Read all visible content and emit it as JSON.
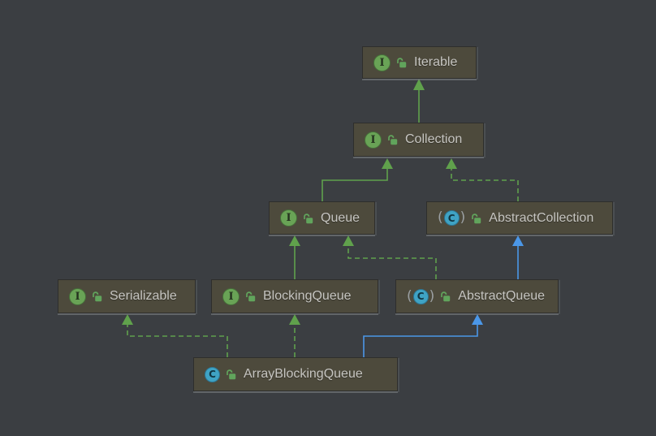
{
  "diagram": {
    "kind": "uml-class-diagram",
    "background_color": "#3b3e42",
    "node_fill_color": "#4d4a3c",
    "node_text_color": "#c6c5c1",
    "extends_interface_color": "#60a14c",
    "extends_class_color": "#4b97e8",
    "nodes": [
      {
        "id": "iterable",
        "label": "Iterable",
        "kind": "interface"
      },
      {
        "id": "collection",
        "label": "Collection",
        "kind": "interface"
      },
      {
        "id": "queue",
        "label": "Queue",
        "kind": "interface"
      },
      {
        "id": "abstract-collection",
        "label": "AbstractCollection",
        "kind": "abstract-class"
      },
      {
        "id": "serializable",
        "label": "Serializable",
        "kind": "interface"
      },
      {
        "id": "blocking-queue",
        "label": "BlockingQueue",
        "kind": "interface"
      },
      {
        "id": "abstract-queue",
        "label": "AbstractQueue",
        "kind": "abstract-class"
      },
      {
        "id": "array-blocking-queue",
        "label": "ArrayBlockingQueue",
        "kind": "class"
      }
    ],
    "edges": [
      {
        "from": "Collection",
        "to": "Iterable",
        "relation": "extends",
        "line": "solid",
        "color": "#60a14c"
      },
      {
        "from": "Queue",
        "to": "Collection",
        "relation": "extends",
        "line": "solid",
        "color": "#60a14c"
      },
      {
        "from": "AbstractCollection",
        "to": "Collection",
        "relation": "implements",
        "line": "dashed",
        "color": "#60a14c"
      },
      {
        "from": "BlockingQueue",
        "to": "Queue",
        "relation": "extends",
        "line": "solid",
        "color": "#60a14c"
      },
      {
        "from": "AbstractQueue",
        "to": "Queue",
        "relation": "implements",
        "line": "dashed",
        "color": "#60a14c"
      },
      {
        "from": "AbstractQueue",
        "to": "AbstractCollection",
        "relation": "extends",
        "line": "solid",
        "color": "#4b97e8"
      },
      {
        "from": "ArrayBlockingQueue",
        "to": "Serializable",
        "relation": "implements",
        "line": "dashed",
        "color": "#60a14c"
      },
      {
        "from": "ArrayBlockingQueue",
        "to": "BlockingQueue",
        "relation": "implements",
        "line": "dashed",
        "color": "#60a14c"
      },
      {
        "from": "ArrayBlockingQueue",
        "to": "AbstractQueue",
        "relation": "extends",
        "line": "solid",
        "color": "#4b97e8"
      }
    ],
    "icons": {
      "interface": {
        "glyph": "I",
        "color": "#69a356"
      },
      "abstract_class": {
        "glyph": "C",
        "color": "#3fa3c4",
        "paren_left": "(",
        "paren_right": ")"
      },
      "class": {
        "glyph": "C",
        "color": "#3fa3c4"
      },
      "visibility_lock": "unlocked-padlock"
    }
  }
}
